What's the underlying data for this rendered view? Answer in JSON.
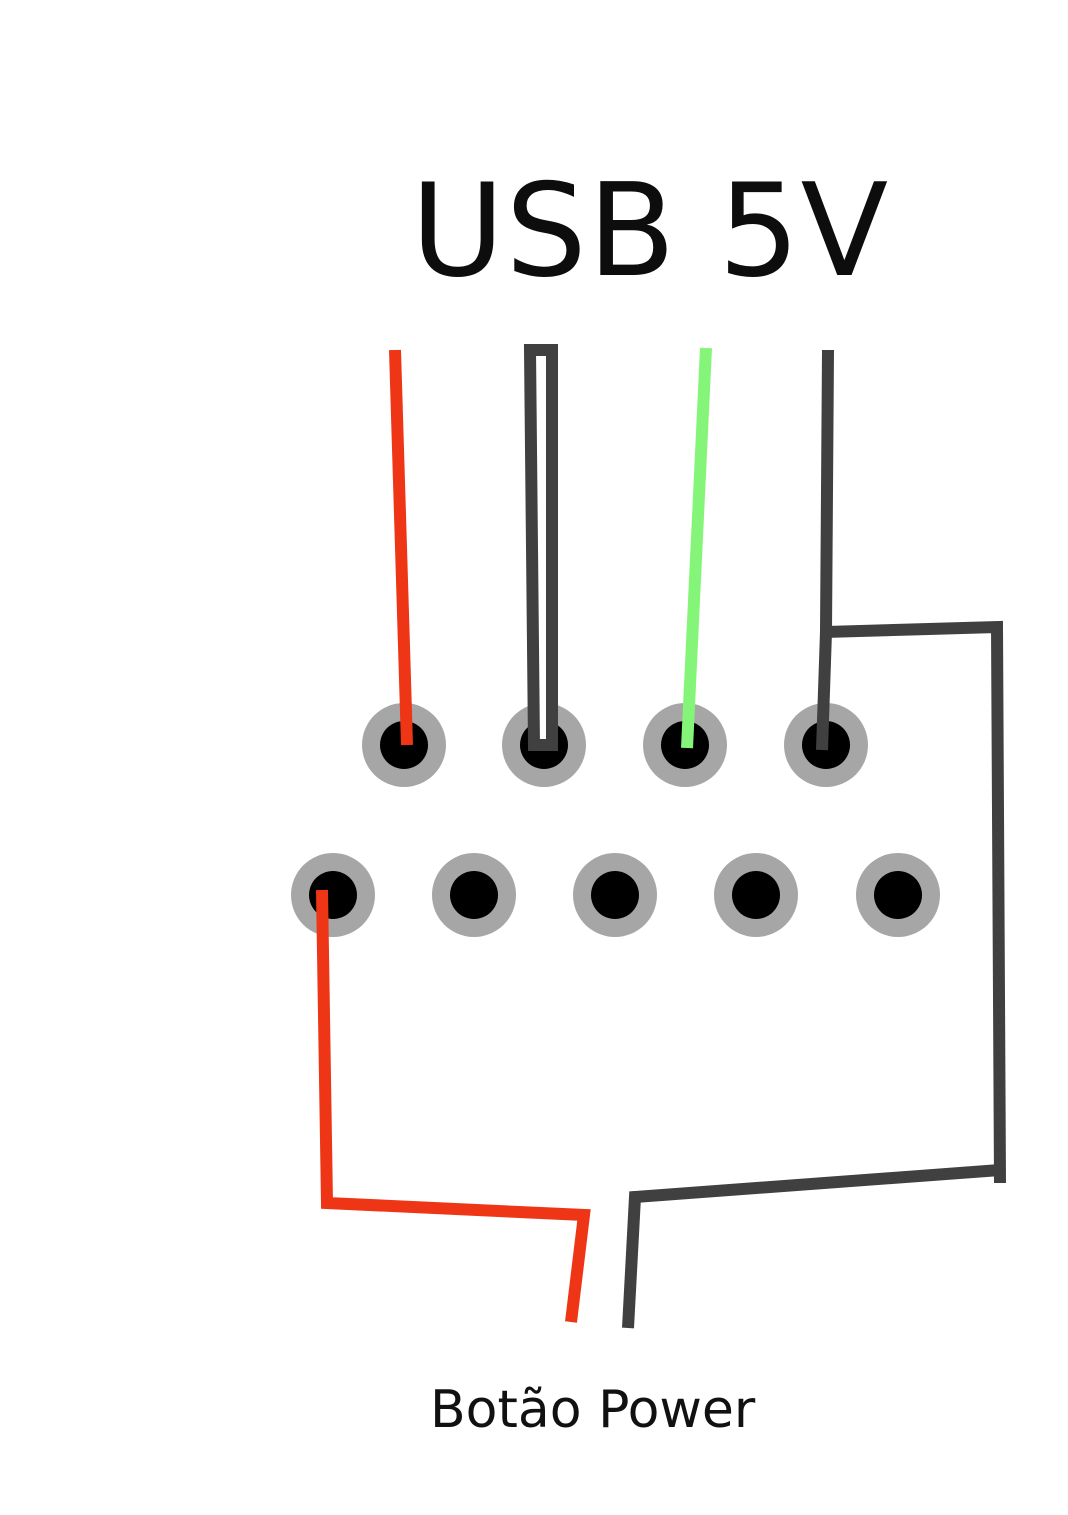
{
  "diagram": {
    "title": "USB 5V",
    "button_label": "Botão Power"
  },
  "colors": {
    "red_wire": "#ee3616",
    "dark_wire": "#404040",
    "green_wire": "#85f57a",
    "pin_ring": "#a6a6a6",
    "pin_hole": "#000000",
    "background": "#ffffff"
  },
  "header": {
    "rows": 2,
    "top_row_pins": 4,
    "bottom_row_pins": 5
  }
}
